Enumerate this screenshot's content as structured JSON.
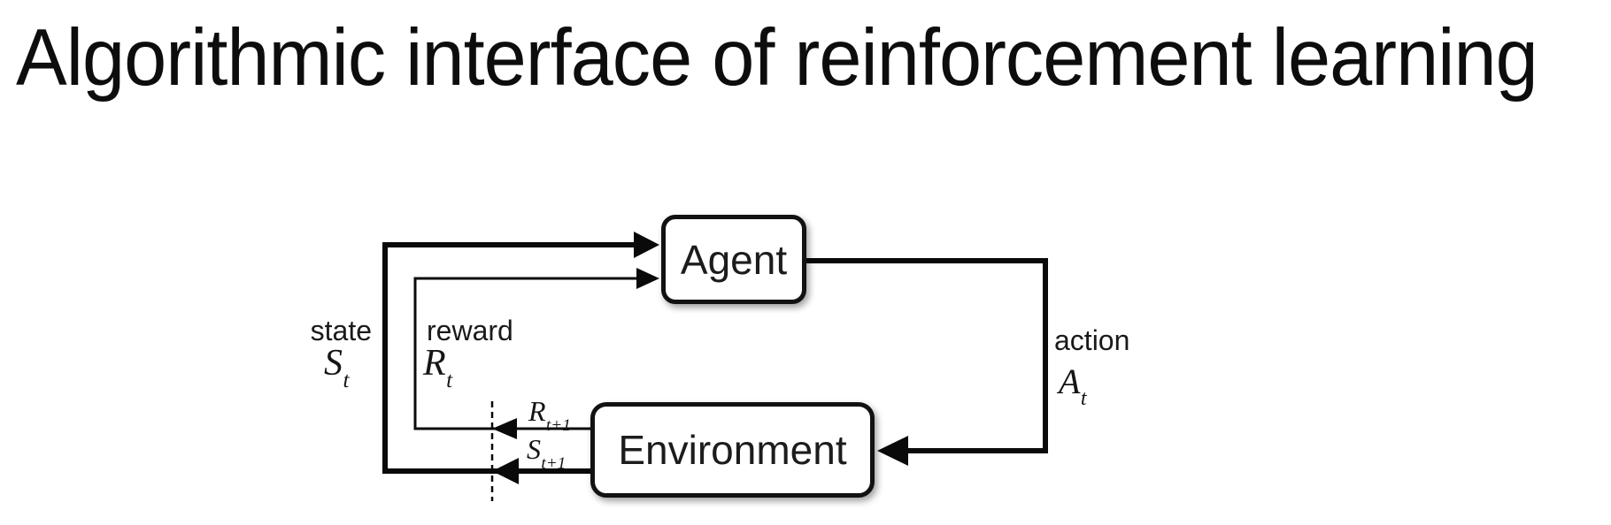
{
  "title": "Algorithmic interface of reinforcement learning",
  "colors": {
    "ink": "#0a0a0a",
    "background": "#ffffff"
  },
  "diagram": {
    "agent_label": "Agent",
    "environment_label": "Environment",
    "labels": {
      "state": {
        "word": "state",
        "sym": "S",
        "sub": "t"
      },
      "reward": {
        "word": "reward",
        "sym": "R",
        "sub": "t"
      },
      "action": {
        "word": "action",
        "sym": "A",
        "sub": "t"
      },
      "next_reward": {
        "sym": "R",
        "sub": "t+1"
      },
      "next_state": {
        "sym": "S",
        "sub": "t+1"
      }
    }
  }
}
